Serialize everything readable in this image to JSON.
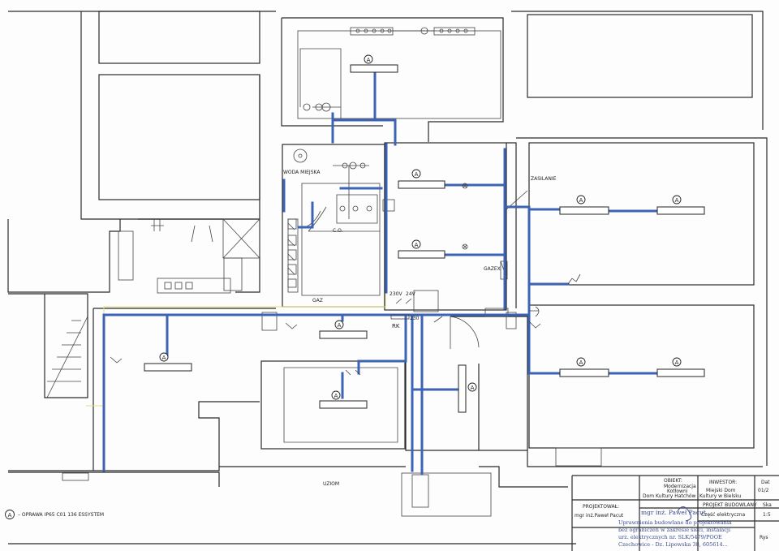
{
  "labels": {
    "woda": "WODA MIEJSKA",
    "co": "C.O.",
    "gaz": "GAZ",
    "gazex": "GAZEX",
    "zasilanie": "ZASILANIE",
    "v230": "230V",
    "v24": "24V",
    "rk": "RK",
    "s230": "230",
    "uziom": "UZIOM",
    "lamp": "A"
  },
  "legend": {
    "symbol": "A",
    "text": "– OPRAWA IP65 C01 136 ESSYSTEM"
  },
  "title_block": {
    "obiekt_h": "OBIEKT:",
    "obiekt_1": "Modernizacja",
    "obiekt_2": "Kotłowni",
    "obiekt_3": "Dom Kultury Hatchów",
    "inwestor_h": "INWESTOR:",
    "inwestor_1": "Miejski Dom",
    "inwestor_2": "Kultury w Bielsku",
    "dat_h": "Dat",
    "dat_v": "01/2",
    "projektowal_h": "PROJEKTOWAŁ:",
    "projektowal_v": "mgr inż.Paweł Pacut",
    "projekt_h": "PROJEKT BUDOWLANY",
    "projekt_v": "Część elektryczna",
    "skala_h": "Ska",
    "skala_v": "1:5",
    "rys_h": "Rys"
  },
  "stamp": {
    "line1": "mgr inż. Paweł Pacut",
    "line2": "Uprawnienia budowlane do projektowania",
    "line3": "bez ograniczeń w zakresie sieci, instalacji",
    "line4": "urz. elektrycznych nr. SLK/5479/POOE",
    "line5": "Czechowice - Dz. Lipowska 38, 605614..."
  },
  "colors": {
    "cable": "#3d63b5",
    "wall": "#2b2b2b",
    "yellow_line": "#e6d97a",
    "stamp_ink": "#3b4c8f"
  }
}
